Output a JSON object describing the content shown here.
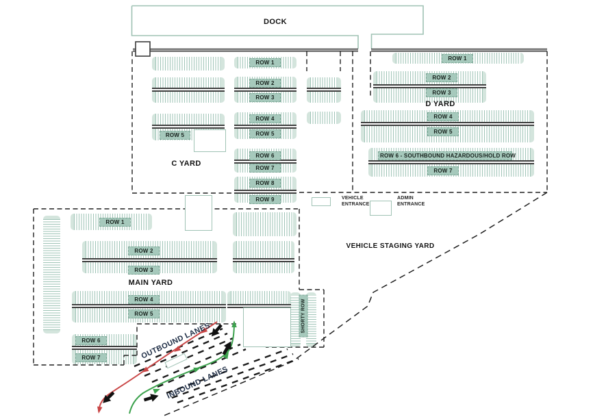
{
  "dock": {
    "label": "DOCK"
  },
  "c_yard": {
    "title": "C YARD",
    "left_row_label": "ROW 5",
    "rows": [
      "ROW 1",
      "ROW 2",
      "ROW 3",
      "ROW 4",
      "ROW 5",
      "ROW 6",
      "ROW 7",
      "ROW 8",
      "ROW 9"
    ]
  },
  "d_yard": {
    "title": "D YARD",
    "rows": [
      "ROW 1",
      "ROW 2",
      "ROW 3",
      "ROW 4",
      "ROW 5",
      "ROW 6 - SOUTHBOUND HAZARDOUS/HOLD ROW",
      "ROW 7"
    ]
  },
  "main_yard": {
    "title": "MAIN YARD",
    "rows": [
      "ROW 1",
      "ROW 2",
      "ROW 3",
      "ROW 4",
      "ROW 5",
      "ROW 6",
      "ROW 7"
    ]
  },
  "shorty_row": {
    "label": "SHORTY ROW"
  },
  "staging_yard": {
    "label": "VEHICLE STAGING YARD"
  },
  "legend": {
    "vehicle_entrance": "VEHICLE ENTRANCE",
    "admin_entrance": "ADMIN ENTRANCE"
  },
  "lanes": {
    "outbound": "OUTBOUND LANES",
    "inbound": "INBOUND LANES"
  },
  "colors": {
    "hatch_teal": "#9dc3b5",
    "label_bg": "#a6c9bc",
    "outline_teal": "#9fc2b4",
    "outbound_red": "#c94646",
    "inbound_green": "#3da24e",
    "boundary_black": "#1f1f1f",
    "bar_dark": "#3d3d3d",
    "lane_text": "#1d2c44"
  }
}
